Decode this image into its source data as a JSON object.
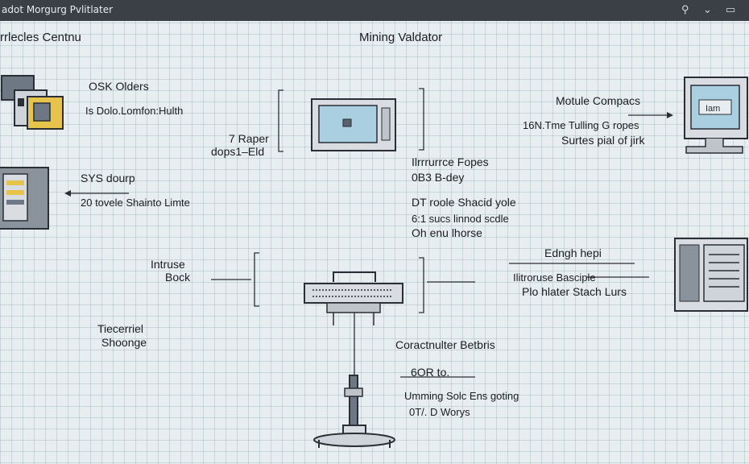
{
  "window": {
    "title": "adot Morgurg Pvlitlater",
    "controls": [
      "pin-icon",
      "minimize-icon",
      "maximize-icon"
    ]
  },
  "header": {
    "left": "rrlecles Centnu",
    "center": "Mining Valdator"
  },
  "nodes": {
    "osk": {
      "title": "OSK Olders",
      "line1": "Is Dolo.Lomfon:Hulth"
    },
    "raper": {
      "line1": "7 Raper",
      "line2": "dops1–Eld"
    },
    "module": {
      "title": "Motule Compacs",
      "line1": "16N.Tme Tulling G ropes",
      "line2": "Surtes pial of jirk"
    },
    "sys": {
      "title": "SYS dourp",
      "line1": "20 tovele Shainto Limte"
    },
    "mirror": {
      "title": "Ilrrrurrce Fopes",
      "line1": "0B3 B-dey"
    },
    "dt": {
      "line1": "DT roole Shacid yole",
      "line2": "6:1 sucs  linnod  scdle",
      "line3": "Oh enu lhorse"
    },
    "intruse": {
      "line1": "Intruse",
      "line2": "Bock"
    },
    "edngh": {
      "title": "Edngh hepi",
      "line1": "Ilitroruse Basciple",
      "line2": "Plo hlater Stach Lurs"
    },
    "tiecerr": {
      "line1": "Tiecerriel",
      "line2": "Shoonge"
    },
    "corac": {
      "title": "Coractnulter Betbris",
      "line1": "6OR to.",
      "line2": "Umming Solc Ens goting",
      "line3": "0T/. D Worys"
    }
  },
  "screen_text": "Iam",
  "colors": {
    "titlebar": "#3b3f46",
    "screen": "#aacfe0",
    "device_body": "#d9dde2",
    "accent_yellow": "#e6c34a",
    "outline": "#2a2f35"
  }
}
